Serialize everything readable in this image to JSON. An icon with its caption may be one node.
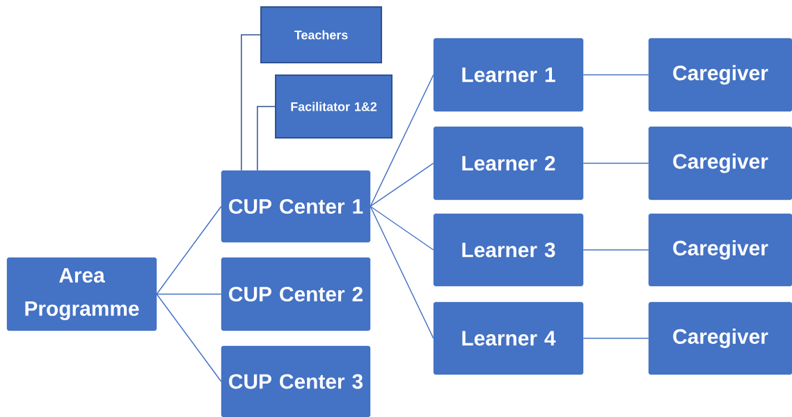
{
  "diagram": {
    "nodes": [
      {
        "text": [
          "Area Programme"
        ]
      },
      {
        "text": [
          "CUP Center 1"
        ]
      },
      {
        "text": [
          "CUP Center 2"
        ]
      },
      {
        "text": [
          "CUP Center 3"
        ]
      },
      {
        "text": [
          "Teachers"
        ]
      },
      {
        "text": [
          "Facilitator 1&2"
        ]
      },
      {
        "text": [
          "Learner 1"
        ]
      },
      {
        "text": [
          "Learner 2"
        ]
      },
      {
        "text": [
          "Learner 3"
        ]
      },
      {
        "text": [
          "Learner 4"
        ]
      },
      {
        "text": [
          "Caregiver"
        ]
      },
      {
        "text": [
          "Caregiver"
        ]
      },
      {
        "text": [
          "Caregiver"
        ]
      },
      {
        "text": [
          "Caregiver"
        ]
      }
    ],
    "edges": [
      {
        "from": 0,
        "to": 1,
        "arrow": "none"
      },
      {
        "from": 0,
        "to": 2,
        "arrow": "none"
      },
      {
        "from": 0,
        "to": 3,
        "arrow": "none"
      },
      {
        "from": 1,
        "to": 4,
        "arrow": "none"
      },
      {
        "from": 1,
        "to": 5,
        "arrow": "none"
      },
      {
        "from": 1,
        "to": 6,
        "arrow": "none"
      },
      {
        "from": 1,
        "to": 7,
        "arrow": "none"
      },
      {
        "from": 1,
        "to": 8,
        "arrow": "none"
      },
      {
        "from": 1,
        "to": 9,
        "arrow": "none"
      },
      {
        "from": 6,
        "to": 10,
        "arrow": "none"
      },
      {
        "from": 7,
        "to": 11,
        "arrow": "none"
      },
      {
        "from": 8,
        "to": 12,
        "arrow": "none"
      },
      {
        "from": 9,
        "to": 13,
        "arrow": "none"
      }
    ]
  }
}
